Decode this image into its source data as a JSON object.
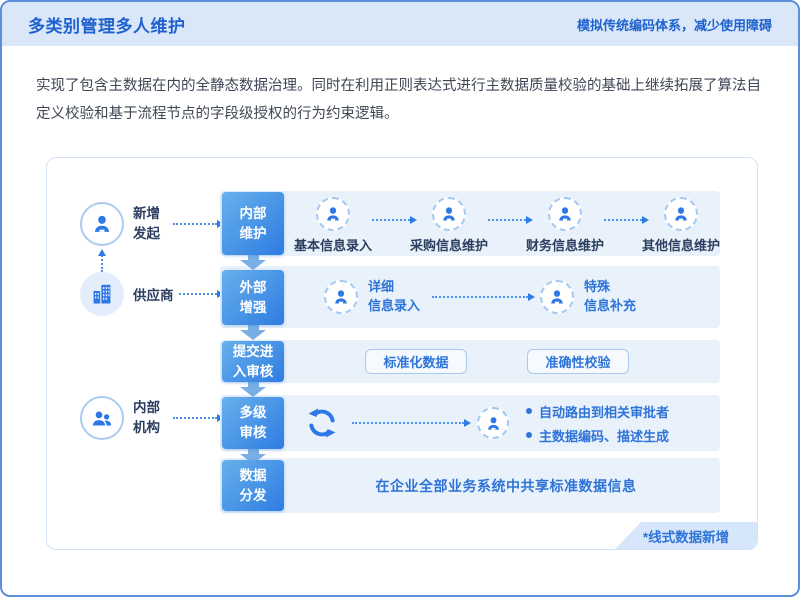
{
  "header": {
    "title": "多类别管理多人维护",
    "subtitle": "模拟传统编码体系，减少使用障碍"
  },
  "intro": "实现了包含主数据在内的全静态数据治理。同时在利用正则表达式进行主数据质量校验的基础上继续拓展了算法自定义校验和基于流程节点的字段级授权的行为约束逻辑。",
  "diagram": {
    "actors": [
      {
        "icon": "user-icon",
        "label": "新增\n发起"
      },
      {
        "icon": "building-icon",
        "label": "供应商"
      },
      {
        "icon": "users-icon",
        "label": "内部\n机构"
      }
    ],
    "stages": [
      "内部\n维护",
      "外部\n增强",
      "提交进\n入审核",
      "多级\n审核",
      "数据\n分发"
    ],
    "row1": {
      "items": [
        "基本信息录入",
        "采购信息维护",
        "财务信息维护",
        "其他信息维护"
      ],
      "item_icon": "user-icon"
    },
    "row2": {
      "items": [
        "详细\n信息录入",
        "特殊\n信息补充"
      ],
      "item_icon": "user-icon"
    },
    "row3": {
      "buttons": [
        "标准化数据",
        "准确性校验"
      ]
    },
    "row4": {
      "icon": "sync-icon",
      "person_icon": "user-icon",
      "bullets": [
        "自动路由到相关审批者",
        "主数据编码、描述生成"
      ]
    },
    "row5": {
      "text": "在企业全部业务系统中共享标准数据信息"
    },
    "footnote": "*线式数据新增"
  },
  "colors": {
    "accent_blue": "#1f62cf",
    "header_bg": "#d9e7f9",
    "panel_bg": "#e9f1fb",
    "stage_gradient_start": "#67b0ec",
    "stage_gradient_end": "#2e7ce2",
    "dark_label": "#2b3e5f",
    "link_blue": "#2e74d8",
    "icon_blue": "#2e77e6",
    "slide_border": "#5b8edb"
  }
}
